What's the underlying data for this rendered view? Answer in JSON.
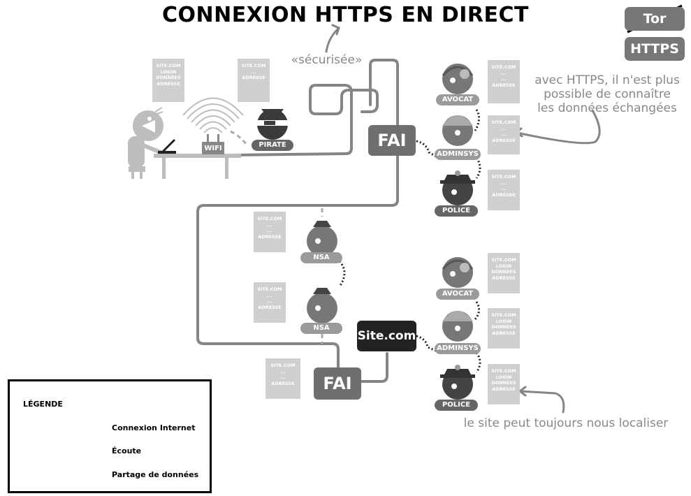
{
  "title": "CONNEXION HTTPS EN DIRECT",
  "badges": {
    "tor": "Tor",
    "https": "HTTPS"
  },
  "notes": {
    "secure": "«sécurisée»",
    "https_note": "avec HTTPS, il n'est plus\npossible de connaître\nles données échangées",
    "site_note": "le site peut toujours nous localiser"
  },
  "wifi_label": "WIFI",
  "nodes": {
    "fai_top": "FAI",
    "fai_bottom": "FAI",
    "site": "Site.com"
  },
  "actors": {
    "pirate": "PIRATE",
    "avocat": "AVOCAT",
    "adminsys": "ADMINSYS",
    "police": "POLICE",
    "nsa": "NSA"
  },
  "bubbles": {
    "user": "SITE.COM\nLOGIN\nDONNÉES\nADRESSE",
    "masked": "SITE.COM\n...\n...\nADRESSE",
    "pirate": "SITE.COM\n...\nADRESSE",
    "full": "SITE.COM\nLOGIN\nDONNÉES\nADRESSE"
  },
  "legend": {
    "title": "LÉGENDE",
    "internet": "Connexion Internet",
    "ecoute": "Écoute",
    "partage": "Partage de données"
  },
  "colors": {
    "dark": "#555555",
    "mid": "#777777",
    "light": "#9a9a9a",
    "pale": "#cfcfcf",
    "site": "#222222"
  }
}
